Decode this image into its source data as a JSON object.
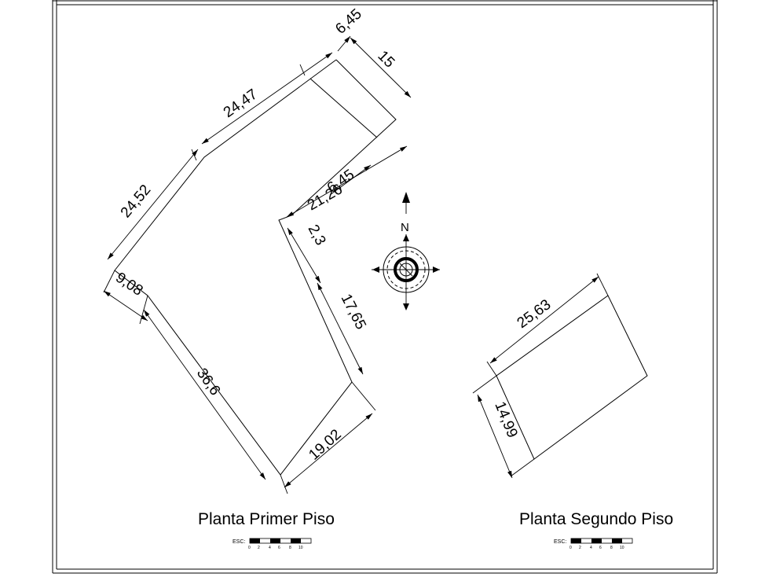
{
  "plan_first_floor": {
    "title": "Planta Primer Piso",
    "dims": {
      "d_6_45": "6,45",
      "d_15": "15",
      "d_24_47": "24,47",
      "d_24_52": "24,52",
      "d_21_26": "21,26",
      "d_6_45_b": "6,45",
      "d_2_3": "2,3",
      "d_17_65": "17,65",
      "d_9_08": "9,08",
      "d_36_6": "36,6",
      "d_19_02": "19,02"
    }
  },
  "plan_second_floor": {
    "title": "Planta Segundo Piso",
    "dims": {
      "d_25_63": "25,63",
      "d_14_99": "14,99"
    }
  },
  "north": {
    "label": "N"
  },
  "scale_bar": {
    "label": "ESC:",
    "ticks": [
      "0",
      "2",
      "4",
      "6",
      "8",
      "10"
    ]
  }
}
